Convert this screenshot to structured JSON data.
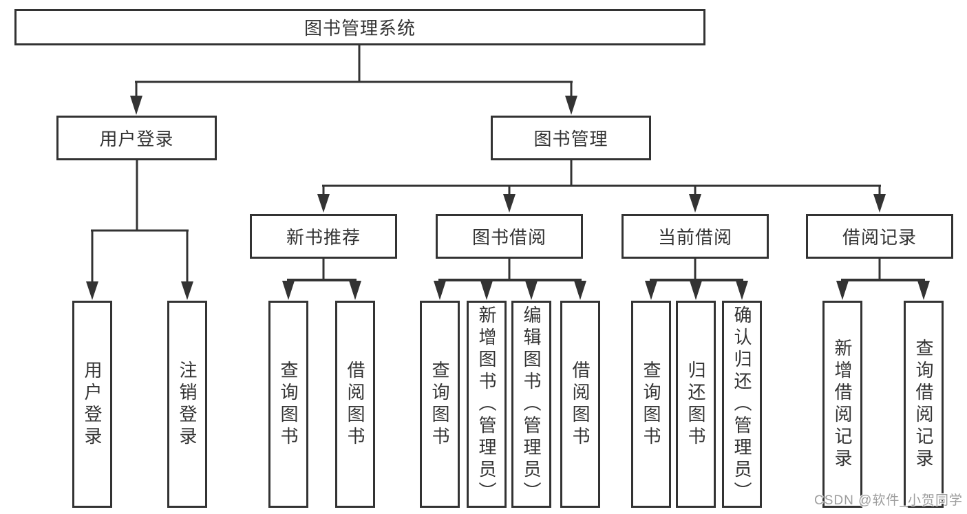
{
  "nodes": {
    "root": "图书管理系统",
    "user_login": "用户登录",
    "book_mgmt": "图书管理",
    "new_book_rec": "新书推荐",
    "book_borrow": "图书借阅",
    "current_borrow": "当前借阅",
    "borrow_record": "借阅记录",
    "leaf_user_login": "用户登录",
    "leaf_logout": "注销登录",
    "leaf_rec_query": "查询图书",
    "leaf_rec_borrow": "借阅图书",
    "leaf_bb_query": "查询图书",
    "leaf_bb_add": "新增图书（管理员）",
    "leaf_bb_edit": "编辑图书（管理员）",
    "leaf_bb_borrow": "借阅图书",
    "leaf_cb_query": "查询图书",
    "leaf_cb_return": "归还图书",
    "leaf_cb_confirm": "确认归还（管理员）",
    "leaf_br_add": "新增借阅记录",
    "leaf_br_query": "查询借阅记录"
  },
  "hierarchy": {
    "图书管理系统": [
      "用户登录",
      "图书管理"
    ],
    "用户登录": [
      "用户登录",
      "注销登录"
    ],
    "图书管理": [
      "新书推荐",
      "图书借阅",
      "当前借阅",
      "借阅记录"
    ],
    "新书推荐": [
      "查询图书",
      "借阅图书"
    ],
    "图书借阅": [
      "查询图书",
      "新增图书（管理员）",
      "编辑图书（管理员）",
      "借阅图书"
    ],
    "当前借阅": [
      "查询图书",
      "归还图书",
      "确认归还（管理员）"
    ],
    "借阅记录": [
      "新增借阅记录",
      "查询借阅记录"
    ]
  },
  "watermark": "CSDN @软件_小贺同学",
  "colors": {
    "line": "#333333",
    "box_fill": "#ffffff",
    "text": "#333333",
    "watermark": "#9d9d9d",
    "background": "#ffffff"
  }
}
